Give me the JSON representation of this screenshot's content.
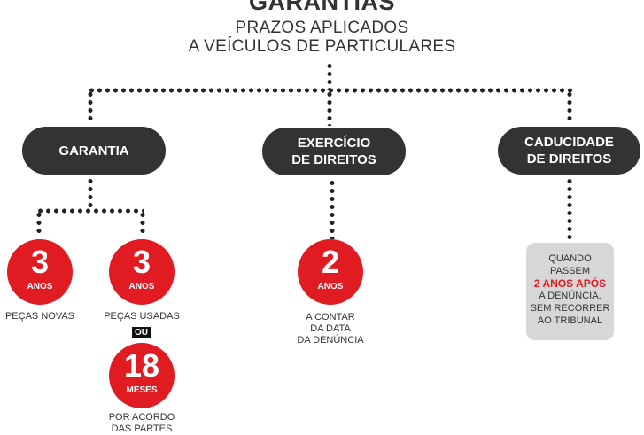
{
  "header": {
    "title": "GARANTIAS",
    "subtitle_line1": "PRAZOS APLICADOS",
    "subtitle_line2": "A VEÍCULOS DE PARTICULARES"
  },
  "categories": {
    "garantia": {
      "label": "GARANTIA"
    },
    "exercicio": {
      "line1": "EXERCÍCIO",
      "line2": "DE DIREITOS"
    },
    "caducidade": {
      "line1": "CADUCIDADE",
      "line2": "DE DIREITOS"
    }
  },
  "circles": {
    "pecas_novas": {
      "number": "3",
      "unit": "ANOS",
      "caption": "PEÇAS NOVAS"
    },
    "pecas_usadas": {
      "number": "3",
      "unit": "ANOS",
      "caption": "PEÇAS USADAS"
    },
    "acordo": {
      "number": "18",
      "unit": "MESES",
      "caption_line1": "POR ACORDO",
      "caption_line2": "DAS PARTES"
    },
    "exercicio": {
      "number": "2",
      "unit": "ANOS",
      "caption_line1": "A CONTAR",
      "caption_line2": "DA DATA",
      "caption_line3": "DA DENÚNCIA"
    }
  },
  "ou_label": "OU",
  "caducidade_box": {
    "line1": "QUANDO",
    "line2": "PASSEM",
    "highlight": "2 ANOS APÓS",
    "line3": "A DENÚNCIA,",
    "line4": "SEM RECORRER",
    "line5": "AO TRIBUNAL"
  },
  "colors": {
    "accent_red": "#e11b22",
    "pill_dark": "#333333",
    "box_grey": "#d7d7d7"
  }
}
